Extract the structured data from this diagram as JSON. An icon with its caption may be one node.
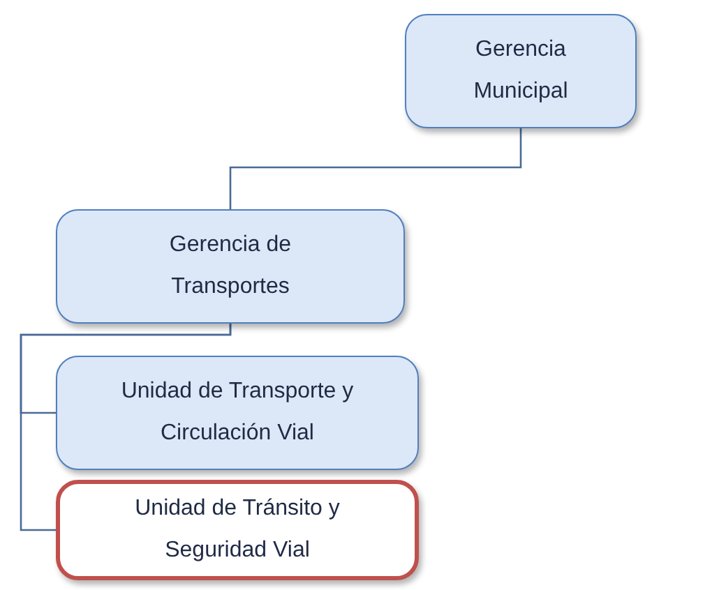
{
  "diagram": {
    "nodes": [
      {
        "text": [
          "Gerencia Municipal"
        ]
      },
      {
        "text": [
          "Gerencia de Transportes"
        ]
      },
      {
        "text": [
          "Unidad de Transporte y Circulación Vial"
        ]
      },
      {
        "text": [
          "Unidad de Tránsito y Seguridad Vial"
        ]
      }
    ],
    "edges": [
      {
        "from": 0,
        "to": 1,
        "arrow": "none"
      },
      {
        "from": 1,
        "to": 2,
        "arrow": "none"
      },
      {
        "from": 1,
        "to": 3,
        "arrow": "none"
      }
    ]
  }
}
